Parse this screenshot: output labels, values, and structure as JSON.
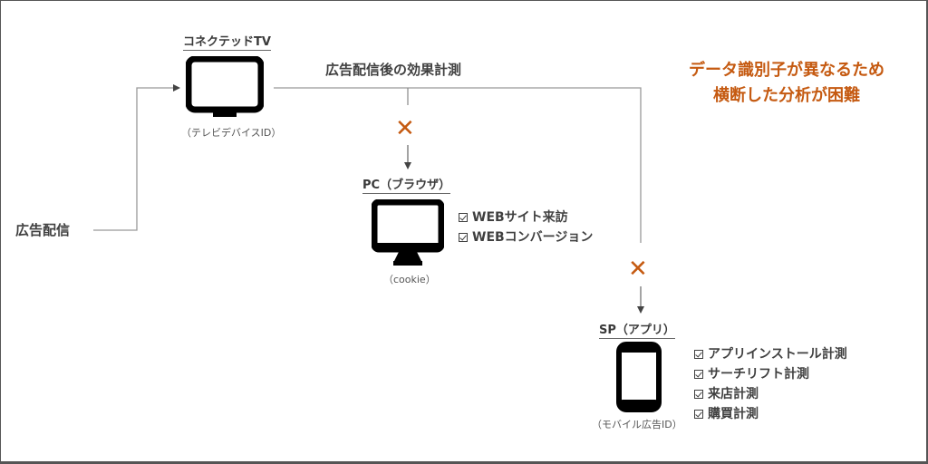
{
  "left_label": "広告配信",
  "measurement_label": "広告配信後の効果計測",
  "note_lines": [
    "データ識別子が異なるため",
    "横断した分析が困難"
  ],
  "colors": {
    "accent": "#C55A11",
    "text": "#404040",
    "line": "#888888"
  },
  "devices": {
    "tv": {
      "title": "コネクテッドTV",
      "id_label": "（テレビデバイスID）",
      "icon": "tv-icon"
    },
    "pc": {
      "title": "PC（ブラウザ）",
      "id_label": "（cookie）",
      "icon": "monitor-icon",
      "checks": [
        "WEBサイト来訪",
        "WEBコンバージョン"
      ]
    },
    "sp": {
      "title": "SP（アプリ）",
      "id_label": "（モバイル広告ID）",
      "icon": "smartphone-icon",
      "checks": [
        "アプリインストール計測",
        "サーチリフト計測",
        "来店計測",
        "購買計測"
      ]
    }
  },
  "block_mark": "✕"
}
